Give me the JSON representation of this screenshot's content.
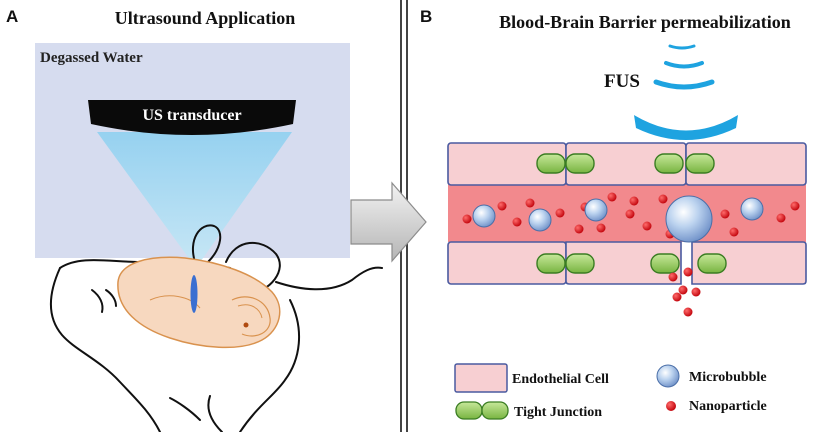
{
  "panel_a": {
    "letter": "A",
    "title": "Ultrasound Application",
    "water_label": "Degassed Water",
    "transducer_label": "US transducer"
  },
  "panel_b": {
    "letter": "B",
    "title": "Blood-Brain Barrier permeabilization",
    "fus_label": "FUS"
  },
  "legend": {
    "endothelial": "Endothelial Cell",
    "microbubble": "Microbubble",
    "tight_junction": "Tight Junction",
    "nanoparticle": "Nanoparticle"
  },
  "colors": {
    "water": "#d6dcef",
    "beam": "#9fd6f0",
    "focus": "#3a6fd1",
    "brain_fill": "#f7d8bf",
    "brain_stroke": "#d9924e",
    "cell_fill": "#f7cfd2",
    "cell_stroke": "#4a5aa0",
    "vessel_fill": "#f2898d",
    "junction_fill": "#9ccc5e",
    "junction_stroke": "#3a7d22",
    "nanoparticle": "#d40f14",
    "microbubble": "#a9c4e6",
    "fus_wave": "#1ea3e0",
    "arrow_fill": "#d9d9d9"
  }
}
